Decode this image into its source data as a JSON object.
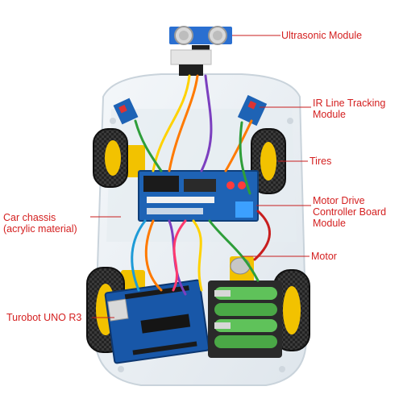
{
  "colors": {
    "label_red": "#d42020",
    "leader_red": "#c81e1e",
    "chassis": "#e9eef2",
    "driver_board": "#1e63b5",
    "uno_board": "#1857a8",
    "tire": "#2b2b2b",
    "hub": "#f2c200",
    "battery": "#2a2a2a",
    "cell_green": "#5fc25a"
  },
  "labels": {
    "ultrasonic": "Ultrasonic Module",
    "ir_line1": "IR Line Tracking",
    "ir_line2": "Module",
    "tires": "Tires",
    "motor_drive_line1": "Motor Drive",
    "motor_drive_line2": "Controller Board",
    "motor_drive_line3": "Module",
    "chassis_line1": "Car chassis",
    "chassis_line2": "(acrylic material)",
    "motor": "Motor",
    "uno": "Turobot UNO R3"
  }
}
